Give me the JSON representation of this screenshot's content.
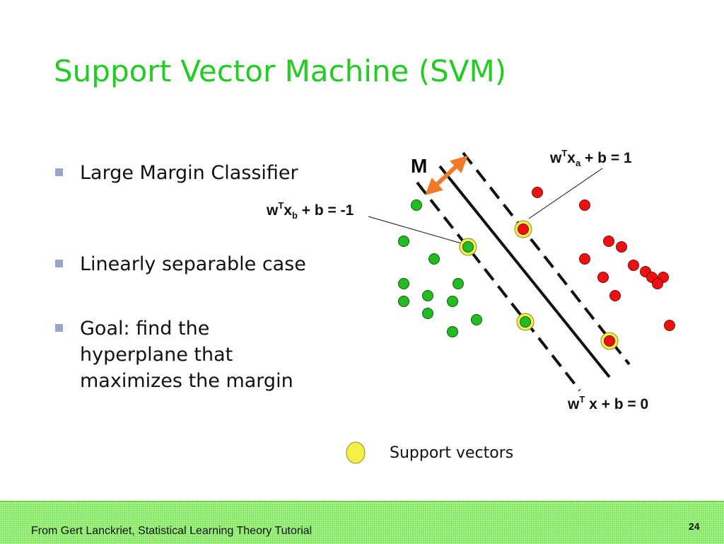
{
  "slide": {
    "title": "Support Vector Machine (SVM)",
    "page_number": "24",
    "footer": "From Gert Lanckriet, Statistical Learning Theory Tutorial"
  },
  "bullets": [
    "Large Margin Classifier",
    "Linearly separable case",
    "Goal: find the hyperplane  that maximizes the margin"
  ],
  "diagram": {
    "margin_label": "M",
    "eq_positive": {
      "w": "w",
      "sup": "T",
      "x": "x",
      "sub": "a",
      "rest": " + b = 1"
    },
    "eq_negative": {
      "w": "w",
      "sup": "T",
      "x": "x",
      "sub": "b",
      "rest": " + b = -1"
    },
    "eq_boundary": {
      "w": "w",
      "sup": "T",
      "rest": " x + b = 0"
    },
    "colors": {
      "positive": "#ee1111",
      "negative": "#22bb22",
      "support_ring": "#f5ef4a",
      "margin_arrow": "#f07a2a",
      "title": "#22cc22"
    }
  },
  "legend": {
    "label": "Support vectors"
  }
}
